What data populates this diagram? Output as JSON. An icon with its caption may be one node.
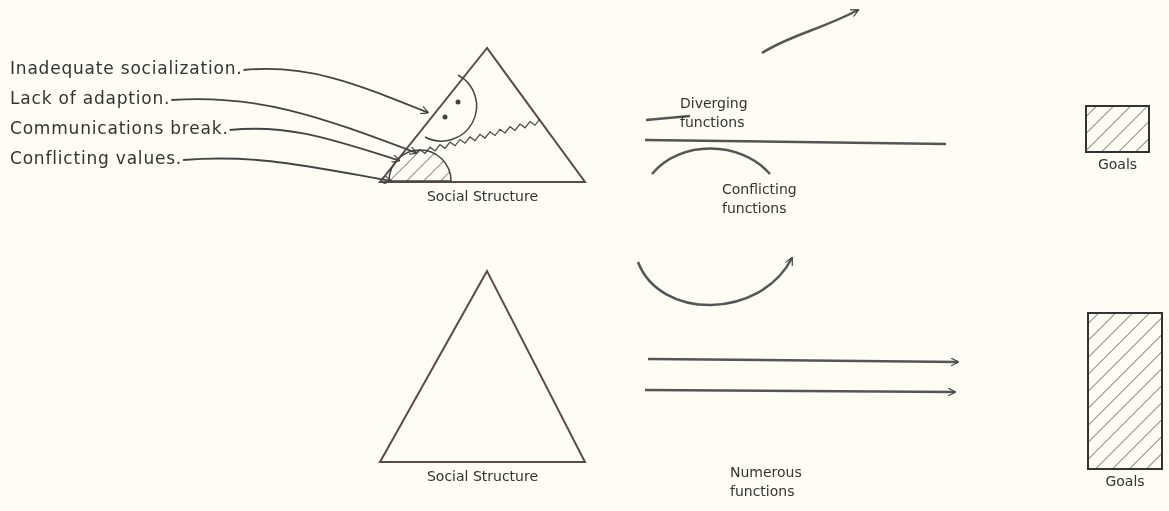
{
  "diagram": {
    "nodes": [
      {
        "text": [
          "Inadequate socialization."
        ]
      },
      {
        "text": [
          "Lack of adaption."
        ]
      },
      {
        "text": [
          "Communications break."
        ]
      },
      {
        "text": [
          "Conflicting values."
        ]
      },
      {
        "text": [
          "Social Structure"
        ]
      },
      {
        "text": [],
        "shape": "semicircle",
        "in": 4
      },
      {
        "text": [],
        "shape": "zigzag",
        "in": 4
      },
      {
        "text": [],
        "shape": "semicircle",
        "in": 4
      },
      {
        "text": [
          "Goals"
        ]
      },
      {
        "text": [
          "Social Structure"
        ]
      },
      {
        "text": [
          "Goals"
        ]
      }
    ],
    "edges": [
      {
        "from": 0,
        "to": 5,
        "arrow": "to"
      },
      {
        "from": 1,
        "to": 6,
        "arrow": "to"
      },
      {
        "from": 2,
        "to": 4,
        "arrow": "to"
      },
      {
        "from": 3,
        "to": 7,
        "arrow": "to"
      }
    ],
    "labels": [
      "Diverging functions",
      "Conflicting functions",
      "Numerous functions"
    ]
  }
}
